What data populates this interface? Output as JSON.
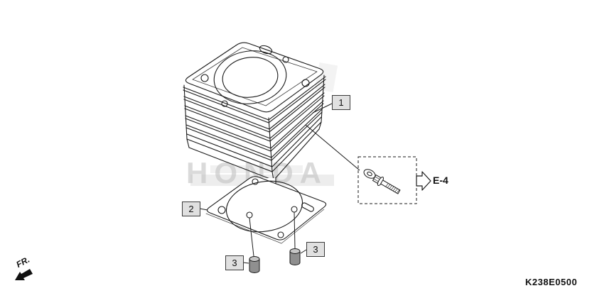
{
  "callouts": {
    "c1": "1",
    "c2": "2",
    "c3a": "3",
    "c3b": "3"
  },
  "ref": {
    "label": "E-4"
  },
  "fr": {
    "label": "FR."
  },
  "footer": {
    "part_code": "K238E0500"
  },
  "watermark": {
    "text": "HONDA"
  },
  "colors": {
    "line": "#1a1a1a",
    "callout_bg": "#e0e0e0",
    "watermark": "#c3c3c3"
  }
}
